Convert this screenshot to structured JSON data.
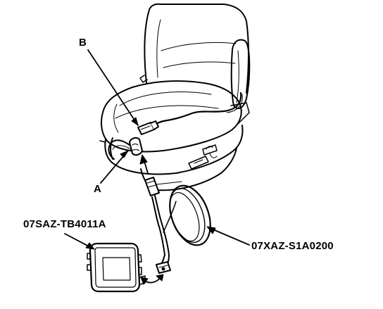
{
  "callouts": {
    "b": "B",
    "a": "A",
    "tester_part_number": "07SAZ-TB4011A",
    "harness_part_number": "07XAZ-S1A0200"
  },
  "icons": {
    "seat": "seat-illustration-icon",
    "connector_b": "seat-harness-connector-icon",
    "connector_a": "sensor-connector-icon",
    "tester": "tester-box-icon",
    "harness": "coiled-harness-icon"
  }
}
